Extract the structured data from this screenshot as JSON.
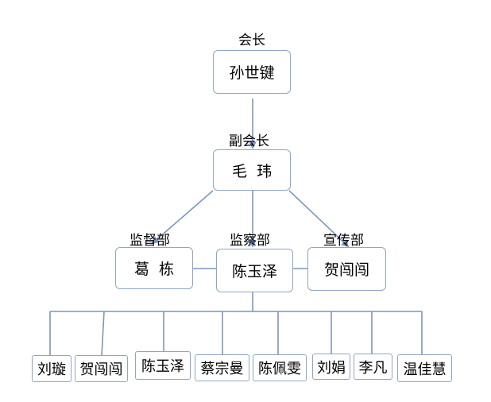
{
  "org": {
    "president": {
      "title": "会长",
      "name": "孙世键"
    },
    "vice": {
      "title": "副会长",
      "name": "毛  玮"
    },
    "departments": [
      {
        "title": "监督部",
        "name": "葛  栋"
      },
      {
        "title": "监察部",
        "name": "陈玉泽"
      },
      {
        "title": "宣传部",
        "name": "贺闯闯"
      }
    ],
    "members": [
      "刘璇",
      "贺闯闯",
      "陈玉泽",
      "蔡宗曼",
      "陈佩雯",
      "刘娟",
      "李凡",
      "温佳慧"
    ]
  },
  "colors": {
    "border": "#8fa6c4",
    "line": "#7b96bd"
  }
}
